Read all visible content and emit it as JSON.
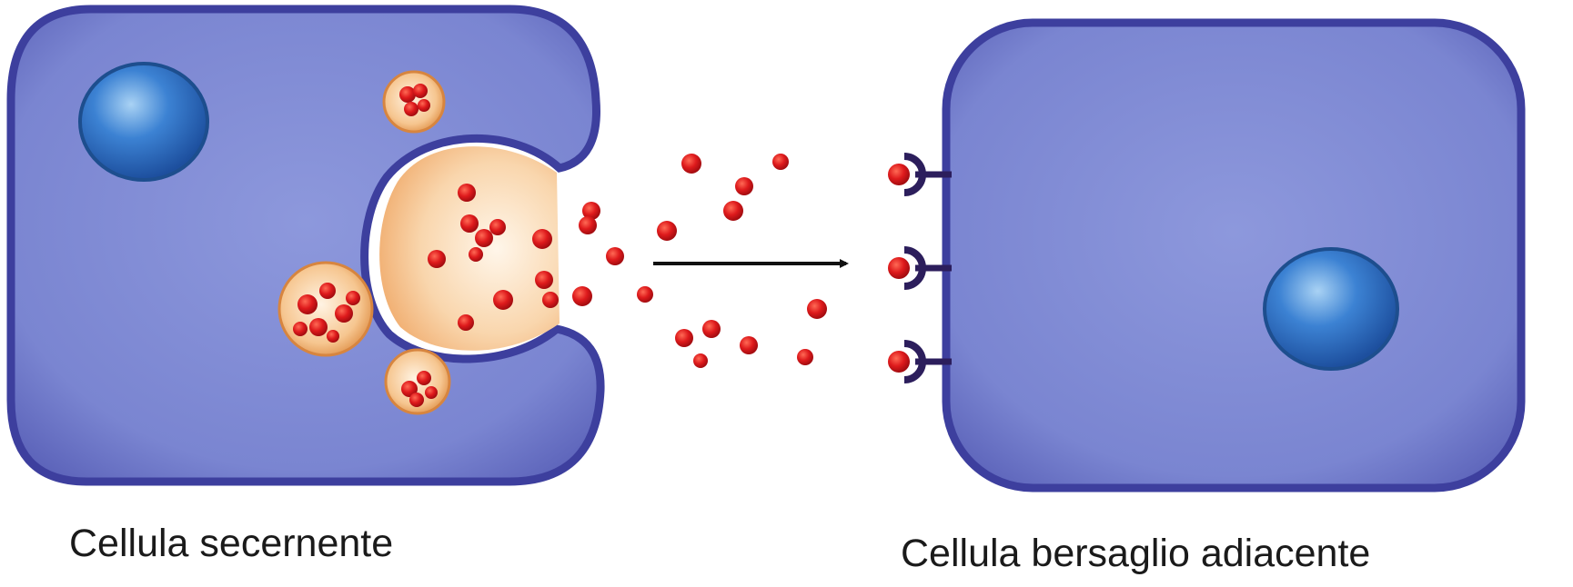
{
  "captions": {
    "secreting_cell": "Cellula secernente",
    "target_cell": "Cellula bersaglio adiacente"
  },
  "colors": {
    "cell_fill": "#7a86d3",
    "cell_edge": "#3d3f9e",
    "nucleus": "#2f73c8",
    "vesicle": "#f2b27a",
    "molecule": "#d81418",
    "receptor": "#2c1e5c",
    "arrow": "#111111"
  },
  "icons": {
    "secreting_cell": "secreting-cell-shape",
    "target_cell": "target-cell-shape",
    "nucleus": "nucleus-sphere",
    "vesicle": "secretory-vesicle",
    "molecule": "signal-molecule-dot",
    "receptor": "membrane-receptor",
    "arrow": "right-arrow"
  }
}
